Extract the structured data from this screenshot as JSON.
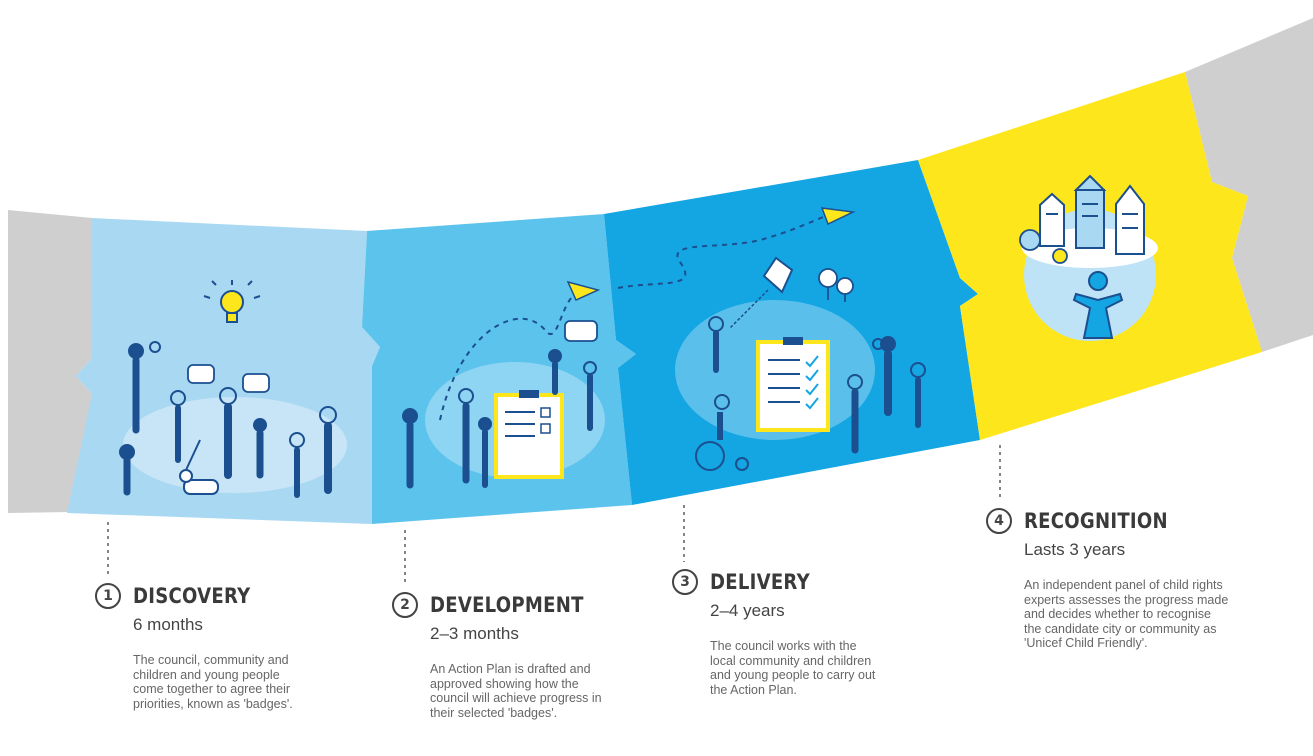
{
  "stages": [
    {
      "number": "1",
      "title": "DISCOVERY",
      "duration": "6 months",
      "description": "The council, community and children and young people come together to agree their priorities, known as 'badges'.",
      "color": "#a9d8f3"
    },
    {
      "number": "2",
      "title": "DEVELOPMENT",
      "duration": "2–3 months",
      "description": "An Action Plan is drafted and approved showing how the council will achieve progress in their selected 'badges'.",
      "color": "#5cc3ec"
    },
    {
      "number": "3",
      "title": "DELIVERY",
      "duration": "2–4 years",
      "description": "The council works with the local community and children and young people to carry out the Action Plan.",
      "color": "#14a5e3"
    },
    {
      "number": "4",
      "title": "RECOGNITION",
      "duration": "Lasts 3 years",
      "description": "An independent panel of child rights experts assesses the progress made and decides whether to recognise the candidate city or community as 'Unicef Child Friendly'.",
      "color": "#fde61b"
    }
  ],
  "colors": {
    "grey_band": "#cfcfd0",
    "navy": "#1b4f8f",
    "yellow": "#fde61b"
  },
  "icons": [
    "lightbulb-icon",
    "paper-plane-icon",
    "kite-icon",
    "clipboard-icon",
    "wheelchair-icon",
    "dog-icon",
    "speech-bubble-icon",
    "houses-icon",
    "unicef-figure-icon"
  ]
}
